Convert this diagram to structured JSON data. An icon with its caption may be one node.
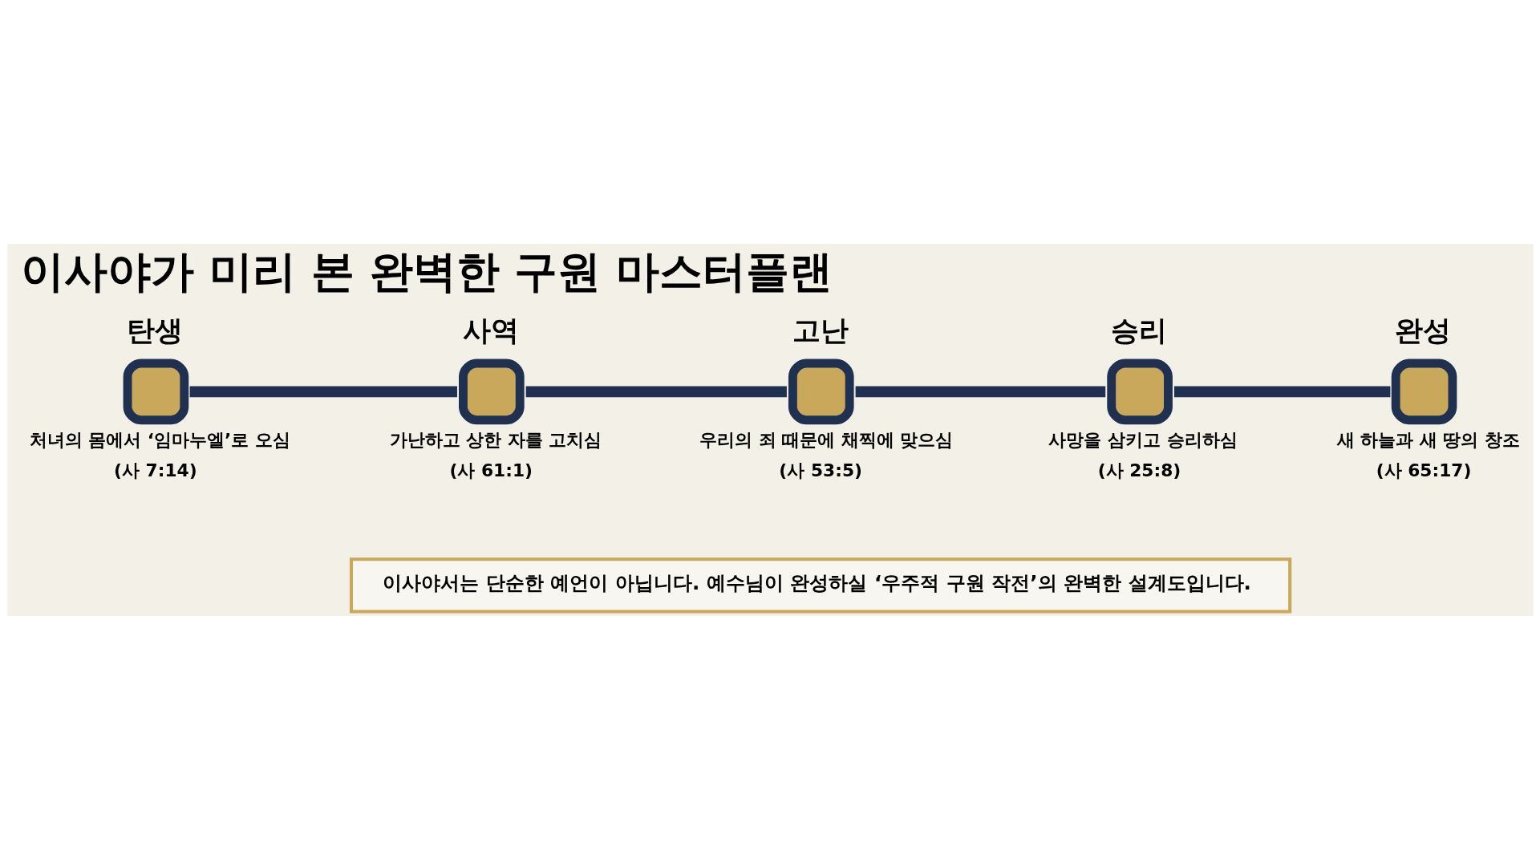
{
  "diagram": {
    "title": "이사야가 미리 본 완벽한 구원 마스터플랜",
    "nodes": [
      {
        "text": [
          "탄생"
        ],
        "beside": [
          "처녀의 몸에서 ‘임마누엘’로 오심",
          "(사 7:14)"
        ]
      },
      {
        "text": [
          "사역"
        ],
        "beside": [
          "가난하고 상한 자를 고치심",
          "(사 61:1)"
        ]
      },
      {
        "text": [
          "고난"
        ],
        "beside": [
          "우리의 죄 때문에 채찍에 맞으심",
          "(사 53:5)"
        ]
      },
      {
        "text": [
          "승리"
        ],
        "beside": [
          "사망을 삼키고 승리하심",
          "(사 25:8)"
        ]
      },
      {
        "text": [
          "완성"
        ],
        "beside": [
          "새 하늘과 새 땅의 창조",
          "(사 65:17)"
        ]
      },
      {
        "text": [
          "이사야서는 단순한 예언이 아닙니다. 예수님이 완성하실 ‘우주적 구원 작전’의 완벽한 설계도입니다."
        ]
      }
    ],
    "edges": [
      {
        "from": 0,
        "to": 1,
        "arrow": "none"
      },
      {
        "from": 1,
        "to": 2,
        "arrow": "none"
      },
      {
        "from": 2,
        "to": 3,
        "arrow": "none"
      },
      {
        "from": 3,
        "to": 4,
        "arrow": "none"
      }
    ]
  }
}
